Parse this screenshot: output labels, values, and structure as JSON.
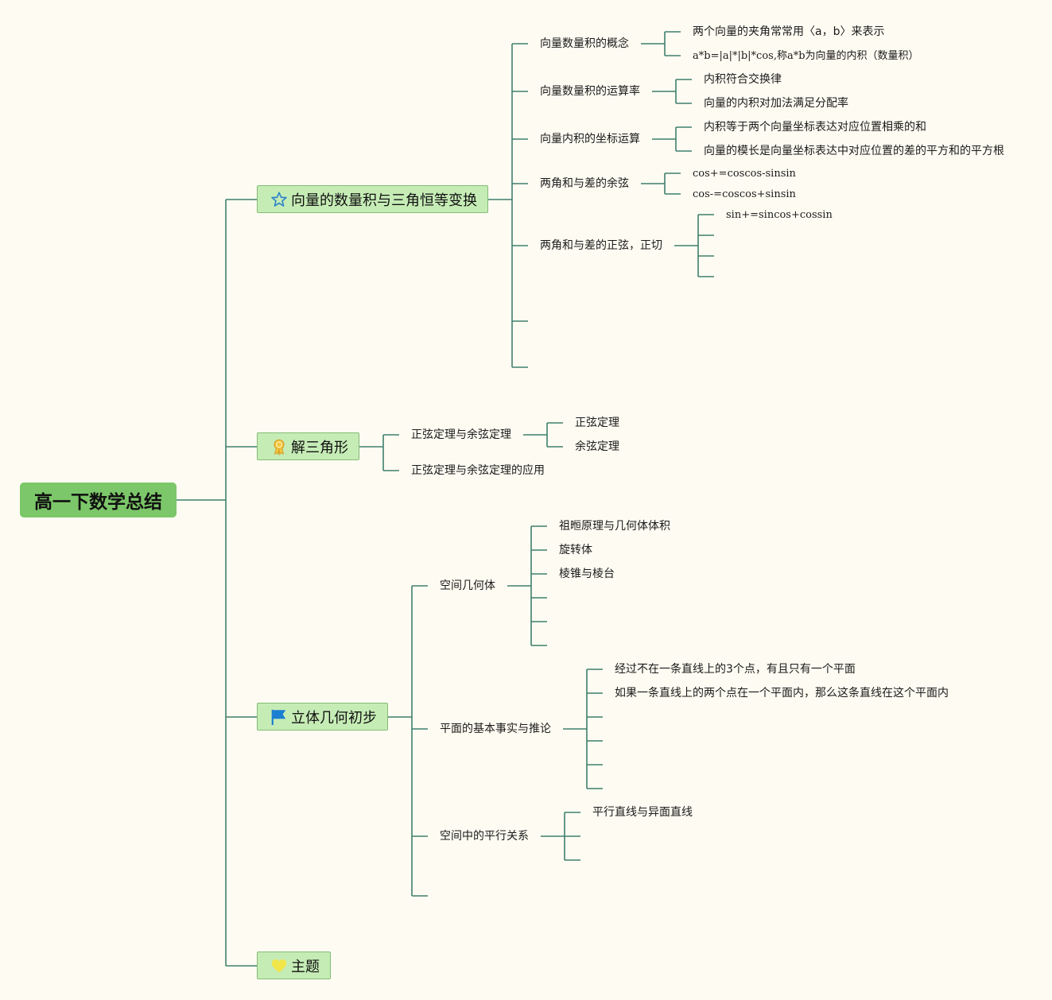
{
  "root": {
    "label": "高一下数学总结"
  },
  "branches": [
    {
      "label": "向量的数量积与三角恒等变换",
      "icon": "star-icon",
      "children": [
        {
          "label": "向量数量积的概念",
          "children": [
            "两个向量的夹角常常用〈a，b〉来表示",
            "a*b=|a|*|b|*cos,称a*b为向量的内积（数量积）"
          ]
        },
        {
          "label": "向量数量积的运算率",
          "children": [
            "内积符合交换律",
            "向量的内积对加法满足分配率"
          ]
        },
        {
          "label": "向量内积的坐标运算",
          "children": [
            "内积等于两个向量坐标表达对应位置相乘的和",
            "向量的模长是向量坐标表达中对应位置的差的平方和的平方根"
          ]
        },
        {
          "label": "两角和与差的余弦",
          "children": [
            "cos+=coscos-sinsin",
            "cos-=coscos+sinsin"
          ]
        },
        {
          "label": "两角和与差的正弦，正切",
          "children": [
            "sin+=sincos+cossin",
            "",
            "",
            ""
          ]
        },
        {
          "label": "",
          "children": []
        },
        {
          "label": "",
          "children": []
        }
      ]
    },
    {
      "label": "解三角形",
      "icon": "medal-icon",
      "children": [
        {
          "label": "正弦定理与余弦定理",
          "children": [
            "正弦定理",
            "余弦定理"
          ]
        },
        {
          "label": "正弦定理与余弦定理的应用",
          "children": []
        }
      ]
    },
    {
      "label": "立体几何初步",
      "icon": "flag-icon",
      "children": [
        {
          "label": "空间几何体",
          "children": [
            "祖暅原理与几何体体积",
            "旋转体",
            "棱锥与棱台",
            "",
            "",
            ""
          ]
        },
        {
          "label": "平面的基本事实与推论",
          "children": [
            "经过不在一条直线上的3个点，有且只有一个平面",
            "如果一条直线上的两个点在一个平面内，那么这条直线在这个平面内",
            "",
            "",
            "",
            ""
          ]
        },
        {
          "label": "空间中的平行关系",
          "children": [
            "平行直线与异面直线",
            "",
            ""
          ]
        },
        {
          "label": "",
          "children": []
        }
      ]
    },
    {
      "label": "主题",
      "icon": "heart-icon",
      "children": []
    }
  ],
  "colors": {
    "background": "#fefcf2",
    "root_fill": "#7cc769",
    "branch_fill": "#c6ecb6",
    "branch_border": "#83bc74",
    "line": "#3f7f6d",
    "star": "#2f86c8",
    "medal": "#f2c641",
    "flag": "#1a7fd0",
    "heart": "#f0e64a"
  }
}
